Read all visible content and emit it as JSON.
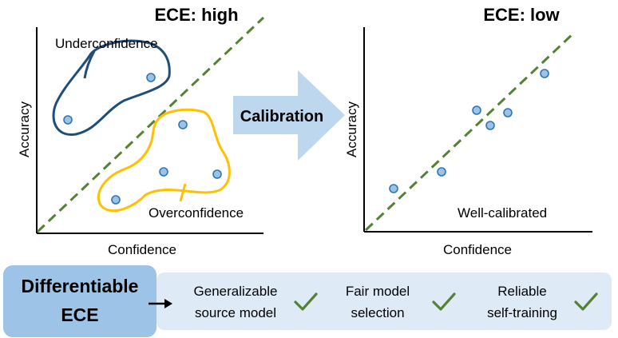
{
  "colors": {
    "diagonal": "#548235",
    "under_region": "#1f4e79",
    "over_region": "#ffc000",
    "dot_fill": "#9cc3e5",
    "dot_stroke": "#2e75b6",
    "arrow": "#bdd7ee",
    "check": "#548235",
    "ece_box": "#9dc3e6",
    "band": "#deebf7"
  },
  "left_panel": {
    "title": "ECE: high",
    "xlabel": "Confidence",
    "ylabel": "Accuracy",
    "under_label": "Underconfidence",
    "over_label": "Overconfidence"
  },
  "right_panel": {
    "title": "ECE: low",
    "xlabel": "Confidence",
    "ylabel": "Accuracy",
    "note": "Well-calibrated"
  },
  "arrow": {
    "label": "Calibration"
  },
  "bottom": {
    "ece_line1": "Differentiable",
    "ece_line2": "ECE",
    "benefits": [
      {
        "line1": "Generalizable",
        "line2": "source model",
        "check_icon": "check-icon"
      },
      {
        "line1": "Fair model",
        "line2": "selection",
        "check_icon": "check-icon"
      },
      {
        "line1": "Reliable",
        "line2": "self-training",
        "check_icon": "check-icon"
      }
    ]
  }
}
